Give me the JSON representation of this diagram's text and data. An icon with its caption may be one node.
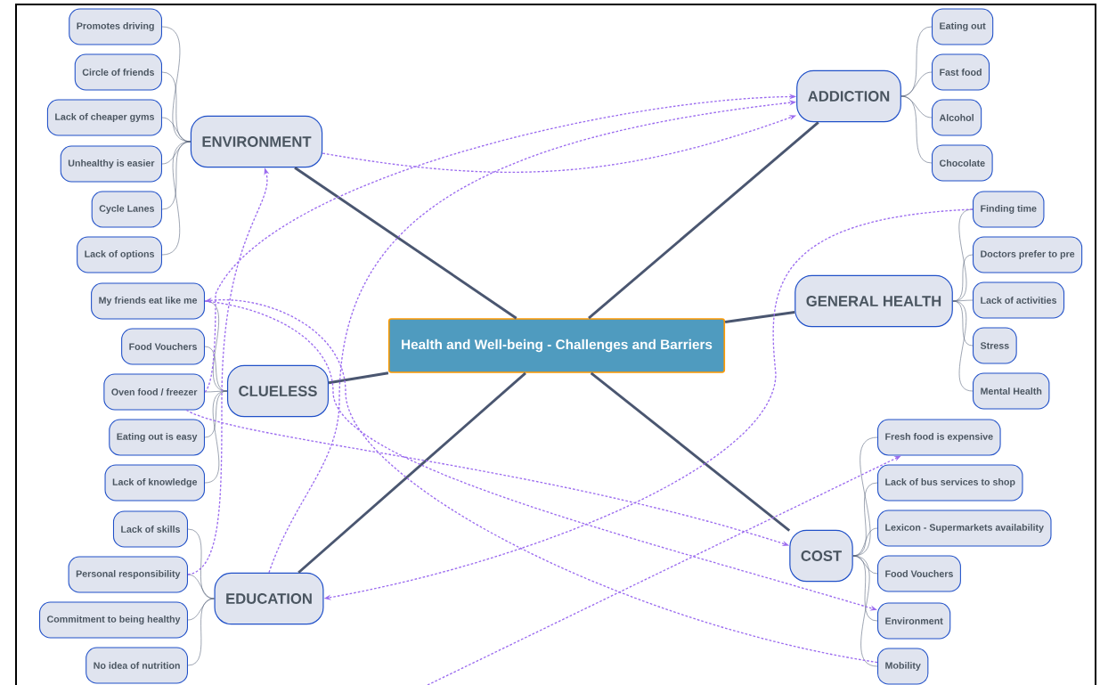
{
  "diagram": {
    "nodes": [
      {
        "text": [
          "Health and Well-being - Challenges and Barriers"
        ]
      },
      {
        "text": [
          "ENVIRONMENT"
        ]
      },
      {
        "text": [
          "Promotes driving"
        ]
      },
      {
        "text": [
          "Circle of friends"
        ]
      },
      {
        "text": [
          "Lack of cheaper gyms"
        ]
      },
      {
        "text": [
          "Unhealthy is easier"
        ]
      },
      {
        "text": [
          "Cycle Lanes"
        ]
      },
      {
        "text": [
          "Lack of options"
        ]
      },
      {
        "text": [
          "CLUELESS"
        ]
      },
      {
        "text": [
          "My friends eat like me"
        ]
      },
      {
        "text": [
          "Food Vouchers"
        ]
      },
      {
        "text": [
          "Oven food / freezer"
        ]
      },
      {
        "text": [
          "Eating out is easy"
        ]
      },
      {
        "text": [
          "Lack of knowledge"
        ]
      },
      {
        "text": [
          "EDUCATION"
        ]
      },
      {
        "text": [
          "Lack of skills"
        ]
      },
      {
        "text": [
          "Personal responsibility"
        ]
      },
      {
        "text": [
          "Commitment to being healthy"
        ]
      },
      {
        "text": [
          "No idea of nutrition"
        ]
      },
      {
        "text": [
          "ADDICTION"
        ]
      },
      {
        "text": [
          "Eating out"
        ]
      },
      {
        "text": [
          "Fast food"
        ]
      },
      {
        "text": [
          "Alcohol"
        ]
      },
      {
        "text": [
          "Chocolate"
        ]
      },
      {
        "text": [
          "GENERAL HEALTH"
        ]
      },
      {
        "text": [
          "Finding time"
        ]
      },
      {
        "text": [
          "Doctors prefer to pre"
        ]
      },
      {
        "text": [
          "Lack of activities"
        ]
      },
      {
        "text": [
          "Stress"
        ]
      },
      {
        "text": [
          "Mental Health"
        ]
      },
      {
        "text": [
          "COST"
        ]
      },
      {
        "text": [
          "Fresh food is expensive"
        ]
      },
      {
        "text": [
          "Lack of bus services to shop"
        ]
      },
      {
        "text": [
          "Lexicon - Supermarkets availability"
        ]
      },
      {
        "text": [
          "Food Vouchers"
        ]
      },
      {
        "text": [
          "Environment"
        ]
      },
      {
        "text": [
          "Mobility"
        ]
      }
    ],
    "edges": [
      {
        "from": 0,
        "to": 1,
        "arrow": "none",
        "style": "thick"
      },
      {
        "from": 0,
        "to": 8,
        "arrow": "none",
        "style": "thick"
      },
      {
        "from": 0,
        "to": 14,
        "arrow": "none",
        "style": "thick"
      },
      {
        "from": 0,
        "to": 19,
        "arrow": "none",
        "style": "thick"
      },
      {
        "from": 0,
        "to": 24,
        "arrow": "none",
        "style": "thick"
      },
      {
        "from": 0,
        "to": 30,
        "arrow": "none",
        "style": "thick"
      },
      {
        "from": 1,
        "to": 2,
        "arrow": "none"
      },
      {
        "from": 1,
        "to": 3,
        "arrow": "none"
      },
      {
        "from": 1,
        "to": 4,
        "arrow": "none"
      },
      {
        "from": 1,
        "to": 5,
        "arrow": "none"
      },
      {
        "from": 1,
        "to": 6,
        "arrow": "none"
      },
      {
        "from": 1,
        "to": 7,
        "arrow": "none"
      },
      {
        "from": 8,
        "to": 9,
        "arrow": "none"
      },
      {
        "from": 8,
        "to": 10,
        "arrow": "none"
      },
      {
        "from": 8,
        "to": 11,
        "arrow": "none"
      },
      {
        "from": 8,
        "to": 12,
        "arrow": "none"
      },
      {
        "from": 8,
        "to": 13,
        "arrow": "none"
      },
      {
        "from": 14,
        "to": 15,
        "arrow": "none"
      },
      {
        "from": 14,
        "to": 16,
        "arrow": "none"
      },
      {
        "from": 14,
        "to": 17,
        "arrow": "none"
      },
      {
        "from": 14,
        "to": 18,
        "arrow": "none"
      },
      {
        "from": 19,
        "to": 20,
        "arrow": "none"
      },
      {
        "from": 19,
        "to": 21,
        "arrow": "none"
      },
      {
        "from": 19,
        "to": 22,
        "arrow": "none"
      },
      {
        "from": 19,
        "to": 23,
        "arrow": "none"
      },
      {
        "from": 24,
        "to": 25,
        "arrow": "none"
      },
      {
        "from": 24,
        "to": 26,
        "arrow": "none"
      },
      {
        "from": 24,
        "to": 27,
        "arrow": "none"
      },
      {
        "from": 24,
        "to": 28,
        "arrow": "none"
      },
      {
        "from": 24,
        "to": 29,
        "arrow": "none"
      },
      {
        "from": 30,
        "to": 31,
        "arrow": "none"
      },
      {
        "from": 30,
        "to": 32,
        "arrow": "none"
      },
      {
        "from": 30,
        "to": 33,
        "arrow": "none"
      },
      {
        "from": 30,
        "to": 34,
        "arrow": "none"
      },
      {
        "from": 30,
        "to": 35,
        "arrow": "none"
      },
      {
        "from": 30,
        "to": 36,
        "arrow": "none"
      },
      {
        "from": 1,
        "to": 19,
        "arrow": "to",
        "style": "dashed",
        "color": "#9b6bef"
      },
      {
        "from": 11,
        "to": 19,
        "arrow": "to",
        "style": "dashed",
        "color": "#9b6bef"
      },
      {
        "from": 14,
        "to": 19,
        "arrow": "to",
        "style": "dashed",
        "color": "#9b6bef"
      },
      {
        "from": 16,
        "to": 1,
        "arrow": "to",
        "style": "dashed",
        "color": "#9b6bef"
      },
      {
        "from": 36,
        "to": 9,
        "arrow": "to",
        "style": "dashed",
        "color": "#9b6bef"
      },
      {
        "from": 9,
        "to": 35,
        "arrow": "to",
        "style": "dashed",
        "color": "#9b6bef"
      },
      {
        "from": 11,
        "to": 30,
        "arrow": "to",
        "style": "dashed",
        "color": "#9b6bef"
      },
      {
        "from": null,
        "to": 31,
        "arrow": "to",
        "style": "dashed",
        "color": "#9b6bef"
      },
      {
        "from": 25,
        "to": 14,
        "arrow": "to",
        "style": "dashed",
        "color": "#9b6bef"
      }
    ]
  }
}
